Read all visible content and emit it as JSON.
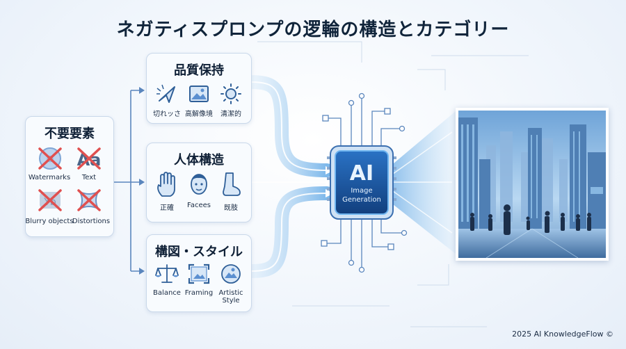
{
  "title": "ネガティスプロンプの逻輪の構造とカテゴリー",
  "unwanted": {
    "title": "不要要素",
    "items": [
      {
        "label": "Watermarks",
        "icon": "watermark-crossed-icon"
      },
      {
        "label": "Text",
        "icon": "text-aa-crossed-icon"
      },
      {
        "label": "Blurry objects",
        "icon": "blurry-crossed-icon"
      },
      {
        "label": "Distortions",
        "icon": "distortion-crossed-icon"
      }
    ]
  },
  "quality": {
    "title": "品質保持",
    "items": [
      {
        "label": "切れッさ",
        "icon": "sharp-cursor-icon"
      },
      {
        "label": "高解像境",
        "icon": "image-icon"
      },
      {
        "label": "清潔的",
        "icon": "sun-clarity-icon"
      }
    ]
  },
  "anatomy": {
    "title": "人体構造",
    "items": [
      {
        "label": "正確",
        "icon": "hand-icon"
      },
      {
        "label": "Facees",
        "icon": "face-icon"
      },
      {
        "label": "既肢",
        "icon": "foot-icon"
      }
    ]
  },
  "composition": {
    "title": "構図・スタイル",
    "items": [
      {
        "label": "Balance",
        "icon": "balance-scale-icon"
      },
      {
        "label": "Framing",
        "icon": "framing-icon"
      },
      {
        "label": "Artistic Style",
        "icon": "artistic-style-icon"
      }
    ]
  },
  "chip": {
    "line1": "AI",
    "line2": "Image",
    "line3": "Generation"
  },
  "footer": "2025 AI KnowledgeFlow ©",
  "colors": {
    "accent": "#2f6fc0",
    "cross": "#e05050",
    "chip": "#1e5fb0",
    "flow": "#8fc2ec"
  }
}
